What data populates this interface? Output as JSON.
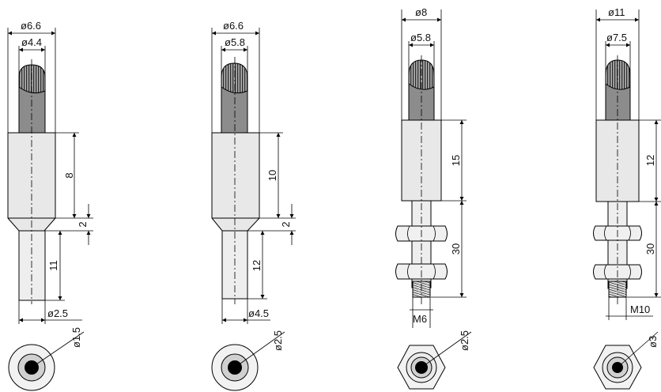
{
  "diagram": {
    "parts": [
      {
        "outer_diameter": "ø6.6",
        "inner_diameter": "ø4.4",
        "body_length": "8",
        "taper_length": "2",
        "stem_length": "11",
        "stem_diameter": "ø2.5",
        "bore_diameter": "ø1.5"
      },
      {
        "outer_diameter": "ø6.6",
        "inner_diameter": "ø5.8",
        "body_length": "10",
        "taper_length": "2",
        "stem_length": "12",
        "stem_diameter": "ø4.5",
        "bore_diameter": "ø2.5"
      },
      {
        "outer_diameter": "ø8",
        "inner_diameter": "ø5.8",
        "body_length": "15",
        "thread_length": "30",
        "thread": "M6",
        "bore_diameter": "ø2.5"
      },
      {
        "outer_diameter": "ø11",
        "inner_diameter": "ø7.5",
        "body_length": "12",
        "thread_length": "30",
        "thread": "M10",
        "bore_diameter": "ø3"
      }
    ]
  }
}
